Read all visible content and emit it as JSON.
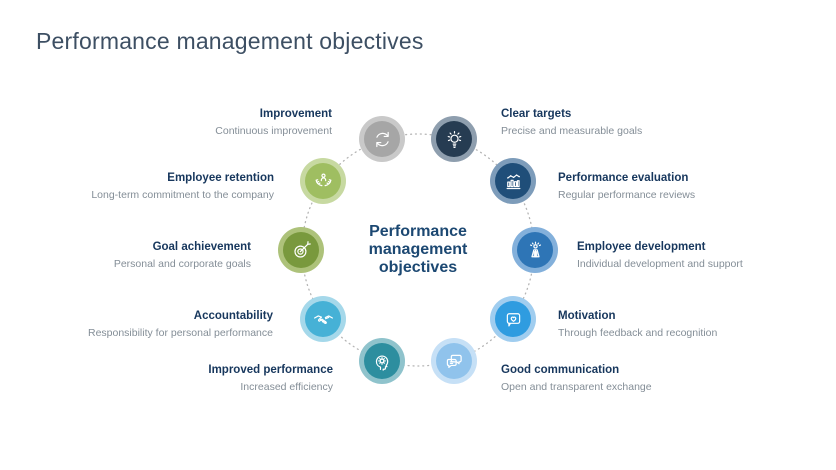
{
  "page": {
    "title": "Performance management objectives",
    "background": "#ffffff"
  },
  "center": {
    "lines": [
      "Performance",
      "management",
      "objectives"
    ],
    "color": "#1c4872"
  },
  "colors": {
    "title": "#3d4f63",
    "label": "#17375d",
    "description": "#848e97",
    "connector": "#b5b5b5"
  },
  "nodes": [
    {
      "id": "improvement",
      "label": "Improvement",
      "description": "Continuous improvement",
      "icon": "refresh-icon",
      "color": "#a6a6a6",
      "ring_color": "#c9c9c9"
    },
    {
      "id": "clear-targets",
      "label": "Clear targets",
      "description": "Precise and measurable goals",
      "icon": "lightbulb-icon",
      "color": "#263c52",
      "ring_color": "#8e9eae"
    },
    {
      "id": "performance-evaluation",
      "label": "Performance evaluation",
      "description": "Regular performance reviews",
      "icon": "bar-chart-icon",
      "color": "#1f4e79",
      "ring_color": "#7d9cba"
    },
    {
      "id": "employee-development",
      "label": "Employee development",
      "description": "Individual development and support",
      "icon": "person-rays-icon",
      "color": "#2e75b6",
      "ring_color": "#83b0db"
    },
    {
      "id": "motivation",
      "label": "Motivation",
      "description": "Through feedback and recognition",
      "icon": "heart-bubble-icon",
      "color": "#2f9ce0",
      "ring_color": "#a0cdef"
    },
    {
      "id": "good-communication",
      "label": "Good communication",
      "description": "Open and transparent exchange",
      "icon": "chat-bubbles-icon",
      "color": "#90c3ec",
      "ring_color": "#c6e0f6"
    },
    {
      "id": "improved-performance",
      "label": "Improved performance",
      "description": "Increased efficiency",
      "icon": "head-gear-icon",
      "color": "#2d8e9f",
      "ring_color": "#8fc3cc"
    },
    {
      "id": "accountability",
      "label": "Accountability",
      "description": "Responsibility for personal performance",
      "icon": "handshake-icon",
      "color": "#46b1d6",
      "ring_color": "#a5d8ea"
    },
    {
      "id": "goal-achievement",
      "label": "Goal achievement",
      "description": "Personal and corporate goals",
      "icon": "target-icon",
      "color": "#79993d",
      "ring_color": "#adc27a"
    },
    {
      "id": "employee-retention",
      "label": "Employee retention",
      "description": "Long-term commitment to the company",
      "icon": "person-hands-icon",
      "color": "#9fbe61",
      "ring_color": "#c7d9a1"
    }
  ]
}
